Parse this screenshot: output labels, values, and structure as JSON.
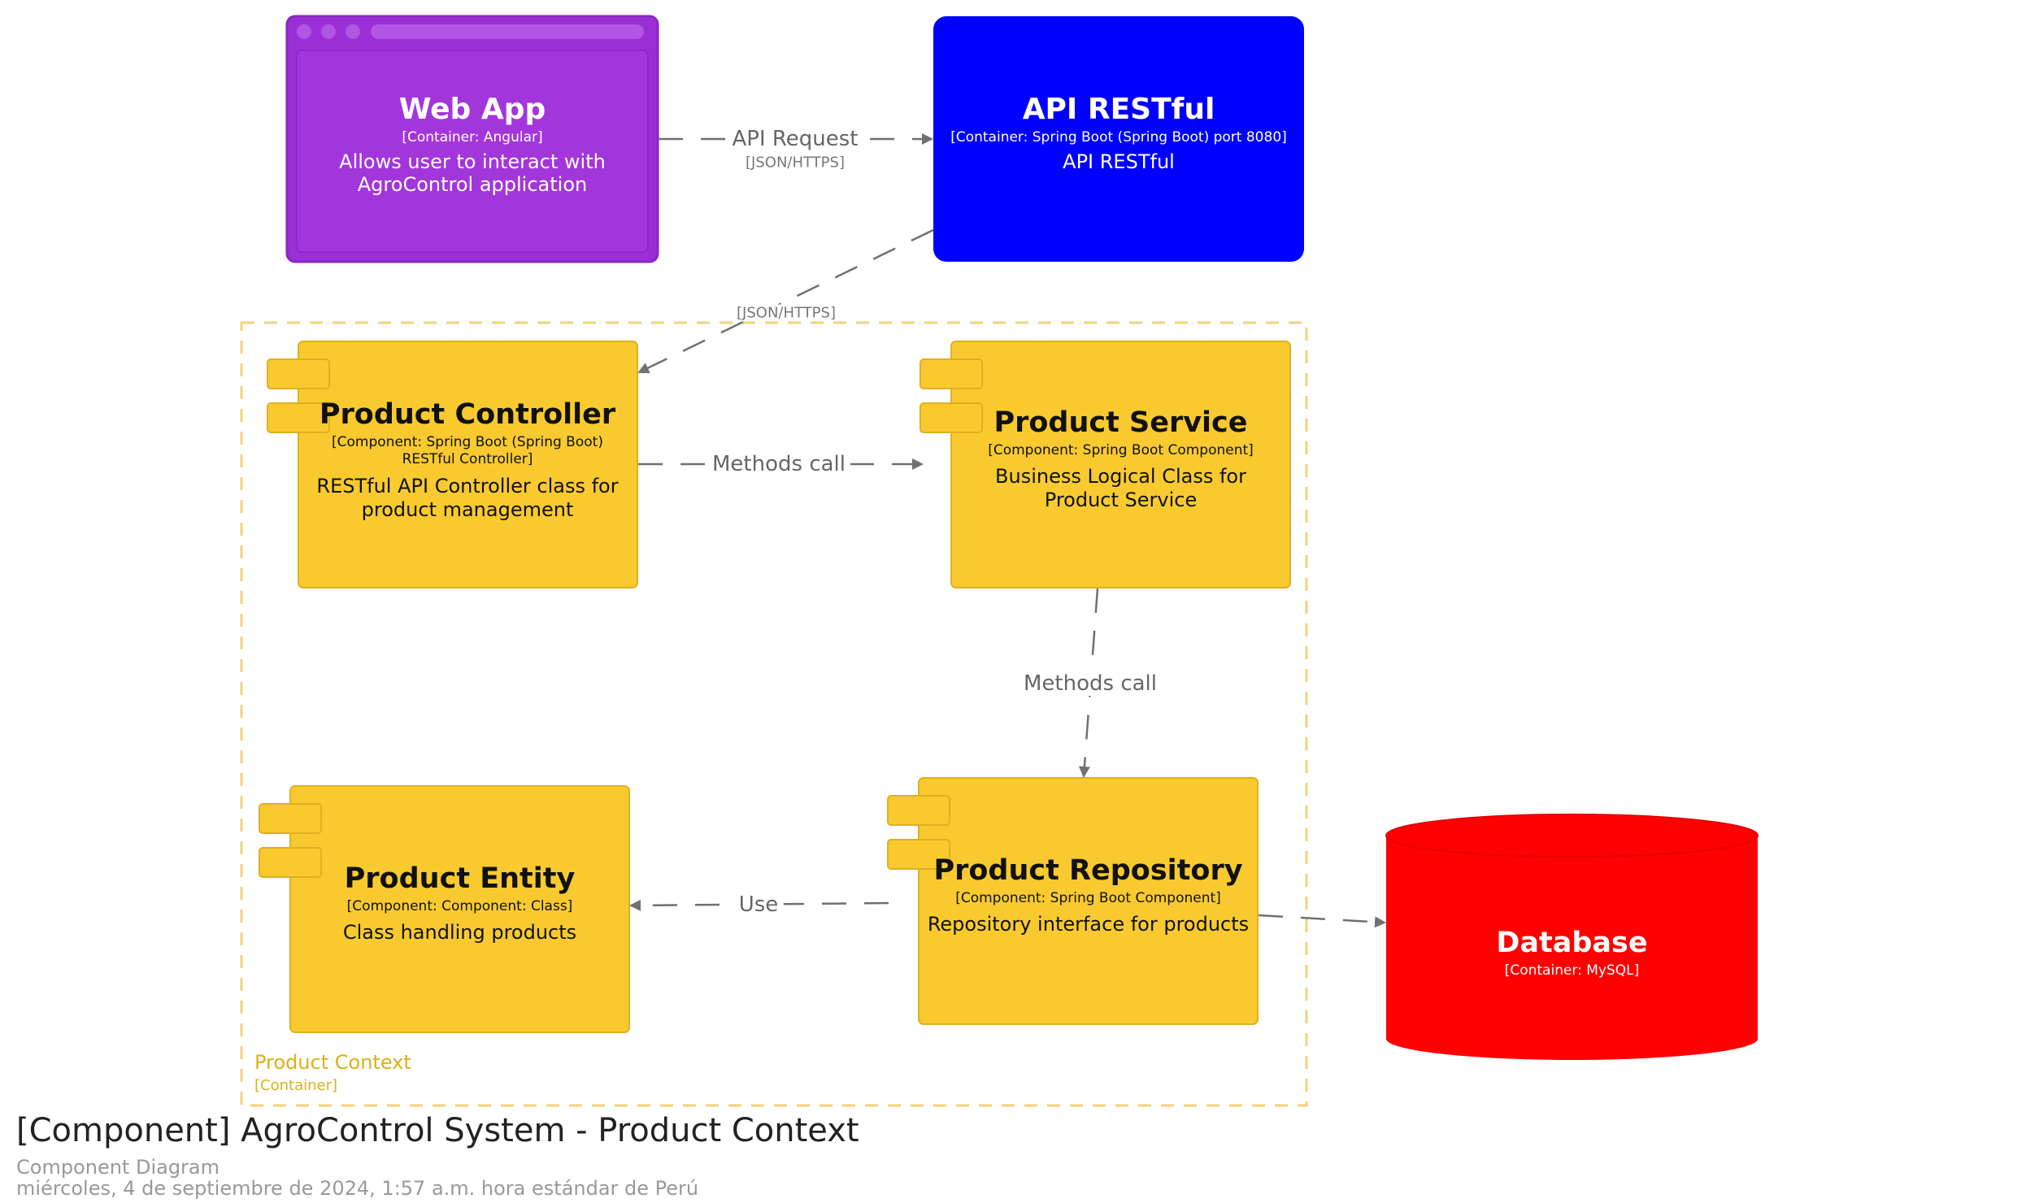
{
  "colors": {
    "webapp": "#9b2fd6",
    "webapp_border": "#8a26c2",
    "api": "#0000ff",
    "component": "#f8ca2f",
    "component_border": "#e0b020",
    "database": "#ff0000",
    "boundary": "#f4d27a",
    "edge": "#707070"
  },
  "nodes": {
    "webapp": {
      "title": "Web App",
      "tech": "[Container: Angular]",
      "desc": "Allows user to interact with AgroControl application"
    },
    "api": {
      "title": "API RESTful",
      "tech": "[Container: Spring Boot (Spring Boot) port 8080]",
      "desc": "API RESTful"
    },
    "controller": {
      "title": "Product Controller",
      "tech": "[Component: Spring Boot (Spring Boot) RESTful Controller]",
      "desc": "RESTful API Controller class for product management"
    },
    "service": {
      "title": "Product Service",
      "tech": "[Component: Spring Boot Component]",
      "desc": "Business Logical Class for Product Service"
    },
    "entity": {
      "title": "Product Entity",
      "tech": "[Component: Component: Class]",
      "desc": "Class handling products"
    },
    "repository": {
      "title": "Product Repository",
      "tech": "[Component: Spring Boot Component]",
      "desc": "Repository interface for products"
    },
    "database": {
      "title": "Database",
      "tech": "[Container: MySQL]"
    }
  },
  "edges": {
    "webapp_api": {
      "label": "API Request",
      "tech": "[JSON/HTTPS]"
    },
    "api_controller": {
      "tech": "[JSON/HTTPS]"
    },
    "controller_service": {
      "label": "Methods call"
    },
    "service_repository": {
      "label": "Methods call"
    },
    "repository_entity": {
      "label": "Use"
    }
  },
  "boundary": {
    "name": "Product Context",
    "type": "[Container]"
  },
  "footer": {
    "title": "[Component] AgroControl System - Product Context",
    "subtitle": "Component Diagram",
    "date": "miércoles, 4 de septiembre de 2024, 1:57 a.m. hora estándar de Perú"
  }
}
